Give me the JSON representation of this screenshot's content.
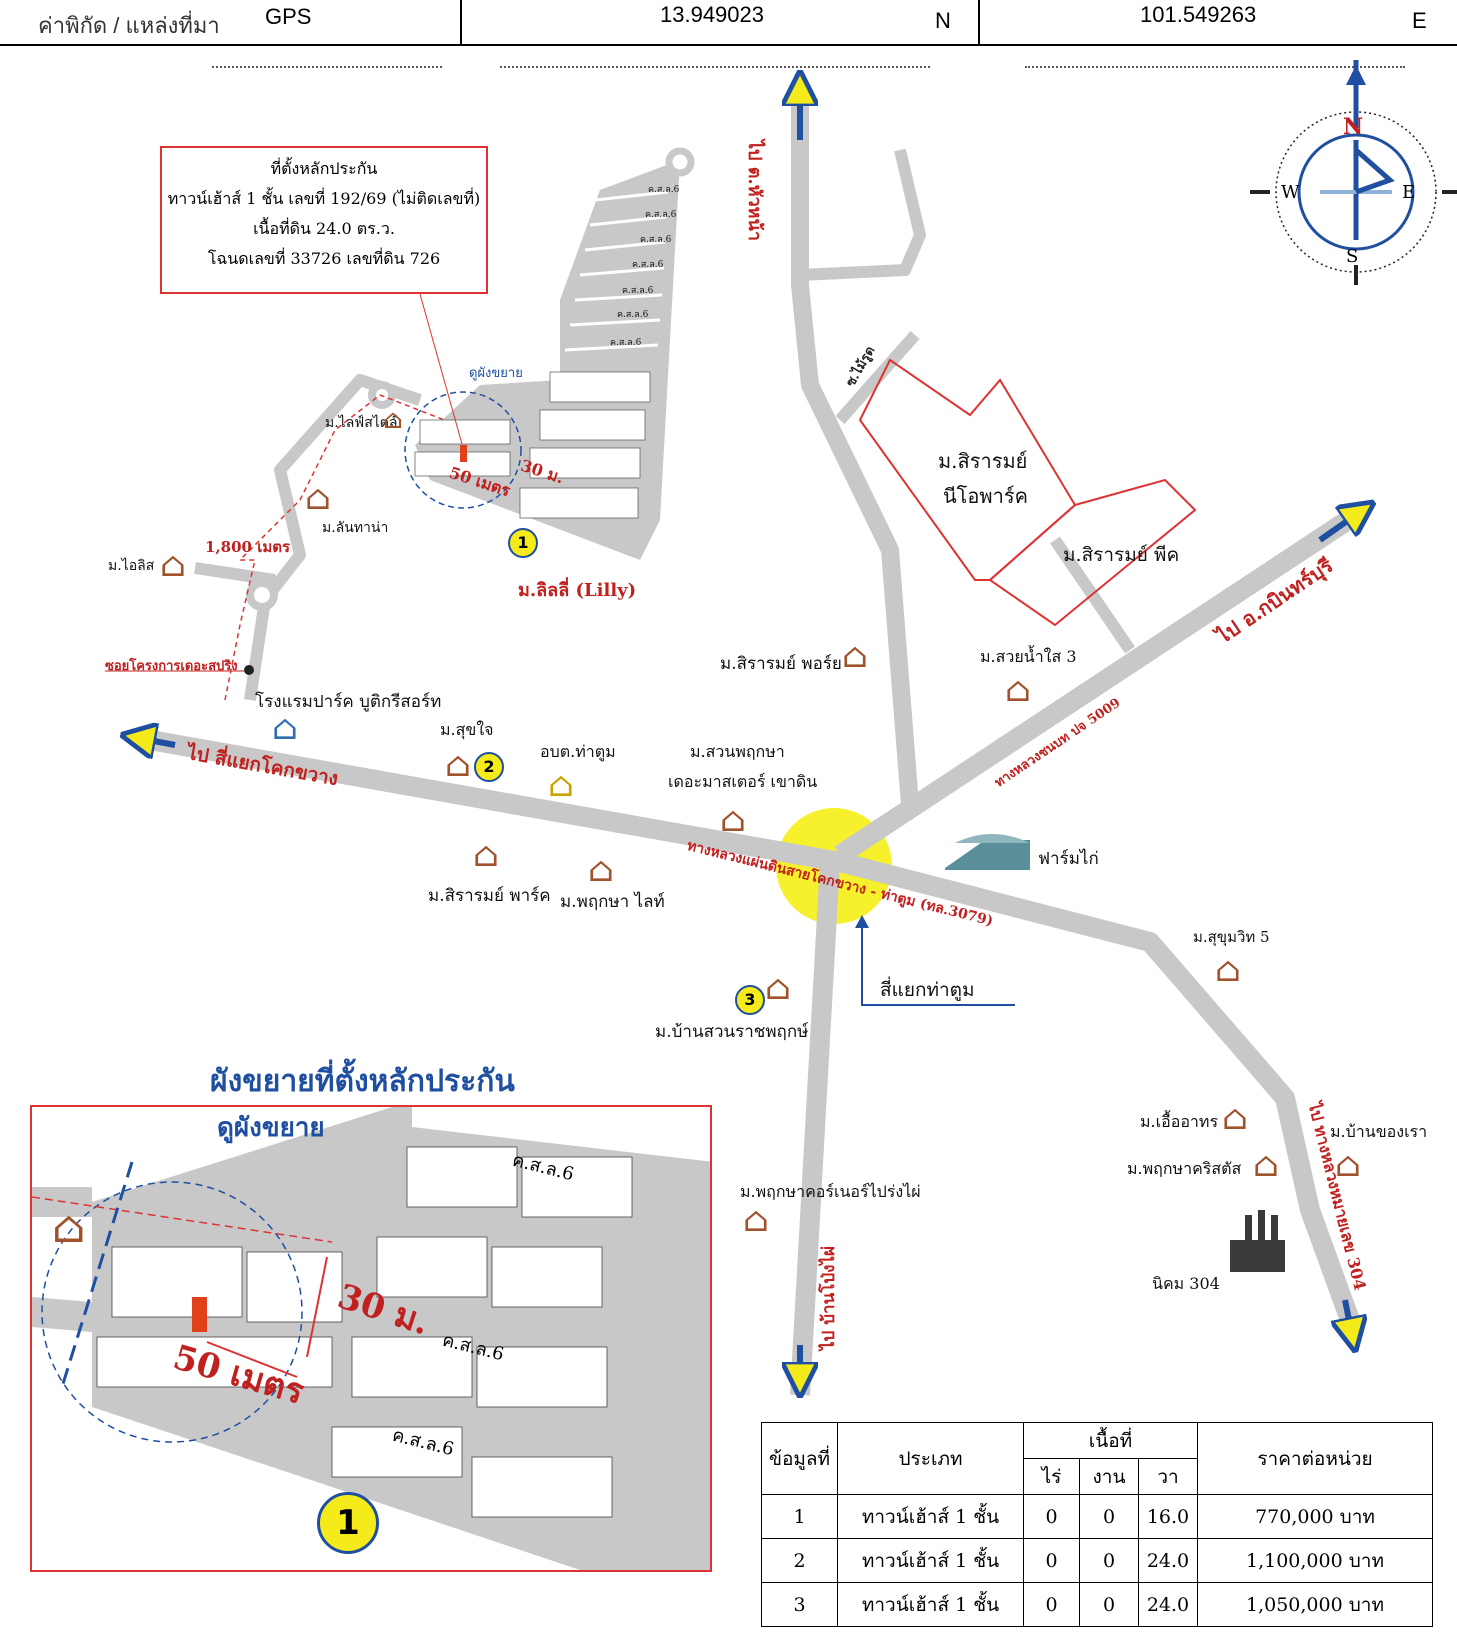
{
  "header": {
    "coord_label": "ค่าพิกัด / แหล่งที่มา",
    "source": "GPS",
    "lat": "13.949023",
    "lat_suffix": "N",
    "lon": "101.549263",
    "lon_suffix": "E"
  },
  "info_box": {
    "line1": "ที่ตั้งหลักประกัน",
    "line2": "ทาวน์เฮ้าส์ 1 ชั้น เลขที่ 192/69 (ไม่ติดเลขที่)",
    "line3": "เนื้อที่ดิน 24.0 ตร.ว.",
    "line4": "โฉนดเลขที่ 33726 เลขที่ดิน 726"
  },
  "compass": {
    "n": "N",
    "s": "S",
    "e": "E",
    "w": "W"
  },
  "map_labels": {
    "see_expand": "ดูผังขยาย",
    "m_lifestyle": "ม.ไลฟ์สไตล์",
    "m_lantana": "ม.ลันทาน่า",
    "dist_1800": "1,800 เมตร",
    "m_ailis": "ม.ไอลิส",
    "soi_project": "ซอยโครงการเดอะสปริง",
    "hotel": "โรงแรมปาร์ค บูติกรีสอร์ท",
    "m_sukjai": "ม.สุขใจ",
    "obt": "อบต.ท่าตูม",
    "m_suanpruksa": "ม.สวนพฤกษา",
    "masters": "เดอะมาสเตอร์ เขาดิน",
    "m_lilly": "ม.ลิลลี่ (Lilly)",
    "m_sirarom_pore": "ม.สิรารมย์ พอร์ย",
    "m_suaynamsai": "ม.สวยน้ำใส 3",
    "m_sirarom_neo_1": "ม.สิรารมย์",
    "m_sirarom_neo_2": "นีโอพาร์ค",
    "m_sirarom_peak": "ม.สิรารมย์ พีค",
    "m_sirarom_park": "ม.สิรารมย์ พาร์ค",
    "m_pruksa_light": "ม.พฤกษา ไลท์",
    "farm": "ฟาร์มไก่",
    "m_sukhumvit": "ม.สุขุมวิท 5",
    "junction": "สี่แยกท่าตูม",
    "m_baansuan": "ม.บ้านสวนราชพฤกษ์",
    "m_uea": "ม.เอื้ออาทร",
    "m_pruksa_c": "ม.พฤกษาคริสตัส",
    "m_baankong": "ม.บ้านของเรา",
    "m_pruksa_corner": "ม.พฤกษาคอร์เนอร์ไปร่งไผ่",
    "estate": "นิคม 304",
    "road_to_nahua": "ไป ต.หัวหน้า",
    "road_mai_rud": "ซ.ไม้รูด",
    "road_to_prachin": "ไป อ.กบินทร์บุรี",
    "road_5009": "ทางหลวงชนบท ปจ 5009",
    "road_to_kokkwang": "ไป สี่แยกโคกขวาง",
    "road_3079": "ทางหลวงแผ่นดินสายโคกขวาง - ท่าตูม (ทล.3079)",
    "road_to_pongpai": "ไป บ้านโป่งไผ่",
    "road_304": "ไป ทางหลวงหมายเลข 304",
    "lane_ksl": "ค.ส.ล.6",
    "dim_30": "30 ม.",
    "dim_50": "50 เมตร",
    "marker_1": "1",
    "marker_2": "2",
    "marker_3": "3"
  },
  "inset": {
    "title": "ผังขยายที่ตั้งหลักประกัน",
    "see_expand": "ดูผังขยาย",
    "lane_1": "ค.ส.ล.6",
    "lane_2": "ค.ส.ล.6",
    "lane_3": "ค.ส.ล.6",
    "dim_30": "30 ม.",
    "dim_50": "50 เมตร",
    "marker": "1"
  },
  "table": {
    "headers": {
      "no": "ข้อมูลที่",
      "type": "ประเภท",
      "area": "เนื้อที่",
      "rai": "ไร่",
      "ngan": "งาน",
      "wa": "วา",
      "price": "ราคาต่อหน่วย"
    },
    "rows": [
      {
        "no": "1",
        "type": "ทาวน์เฮ้าส์ 1 ชั้น",
        "rai": "0",
        "ngan": "0",
        "wa": "16.0",
        "price": "770,000 บาท"
      },
      {
        "no": "2",
        "type": "ทาวน์เฮ้าส์ 1 ชั้น",
        "rai": "0",
        "ngan": "0",
        "wa": "24.0",
        "price": "1,100,000 บาท"
      },
      {
        "no": "3",
        "type": "ทาวน์เฮ้าส์ 1 ชั้น",
        "rai": "0",
        "ngan": "0",
        "wa": "24.0",
        "price": "1,050,000 บาท"
      }
    ]
  },
  "colors": {
    "road": "#c8c8c8",
    "road_text_red": "#c0201e",
    "property_red": "#d33",
    "marker_yellow": "#f5ea1a",
    "title_blue": "#1f4fa0",
    "junction_yellow": "#f7f022"
  },
  "icons": [
    "house-icon",
    "factory-icon",
    "farm-icon",
    "compass-icon",
    "arrow-icon"
  ]
}
